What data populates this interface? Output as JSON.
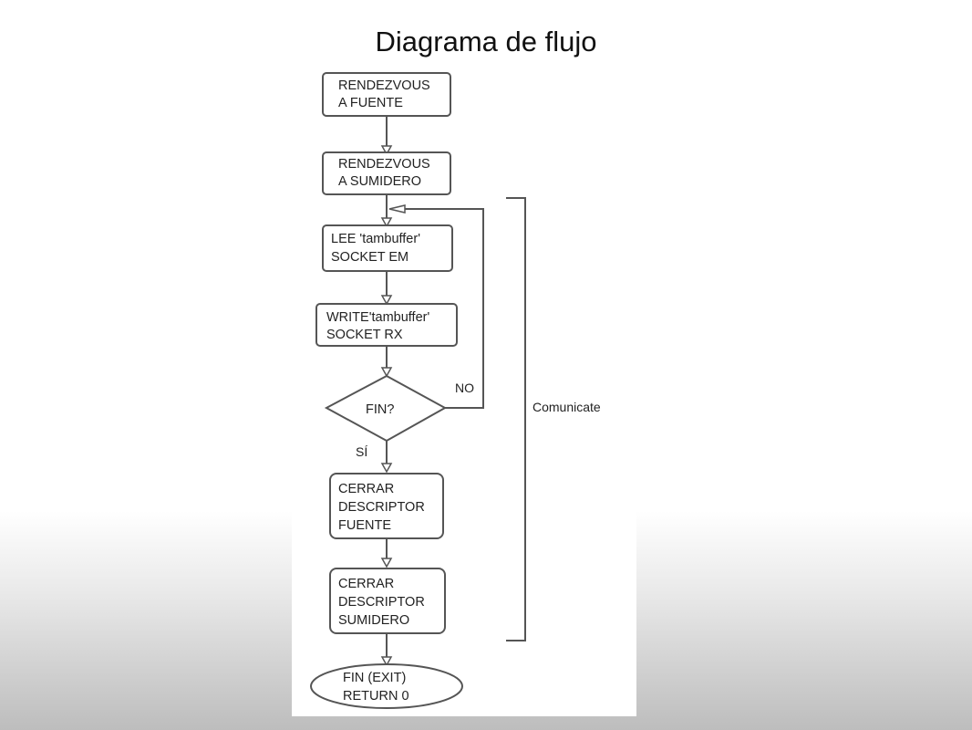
{
  "slide": {
    "title": "Diagrama de flujo"
  },
  "flowchart": {
    "steps": [
      {
        "line1": "RENDEZVOUS",
        "line2": "A FUENTE"
      },
      {
        "line1": "RENDEZVOUS",
        "line2": "A SUMIDERO"
      },
      {
        "line1": "LEE 'tambuffer'",
        "line2": "SOCKET EM"
      },
      {
        "line1": "WRITE'tambuffer'",
        "line2": "SOCKET RX"
      }
    ],
    "decision": {
      "label": "FIN?",
      "yes_label": "SÍ",
      "no_label": "NO"
    },
    "close_steps": [
      {
        "line1": "CERRAR",
        "line2": "DESCRIPTOR",
        "line3": "FUENTE"
      },
      {
        "line1": "CERRAR",
        "line2": "DESCRIPTOR",
        "line3": "SUMIDERO"
      }
    ],
    "terminal": {
      "line1": "FIN (EXIT)",
      "line2": "RETURN 0"
    },
    "bracket_label": "Comunicate"
  }
}
